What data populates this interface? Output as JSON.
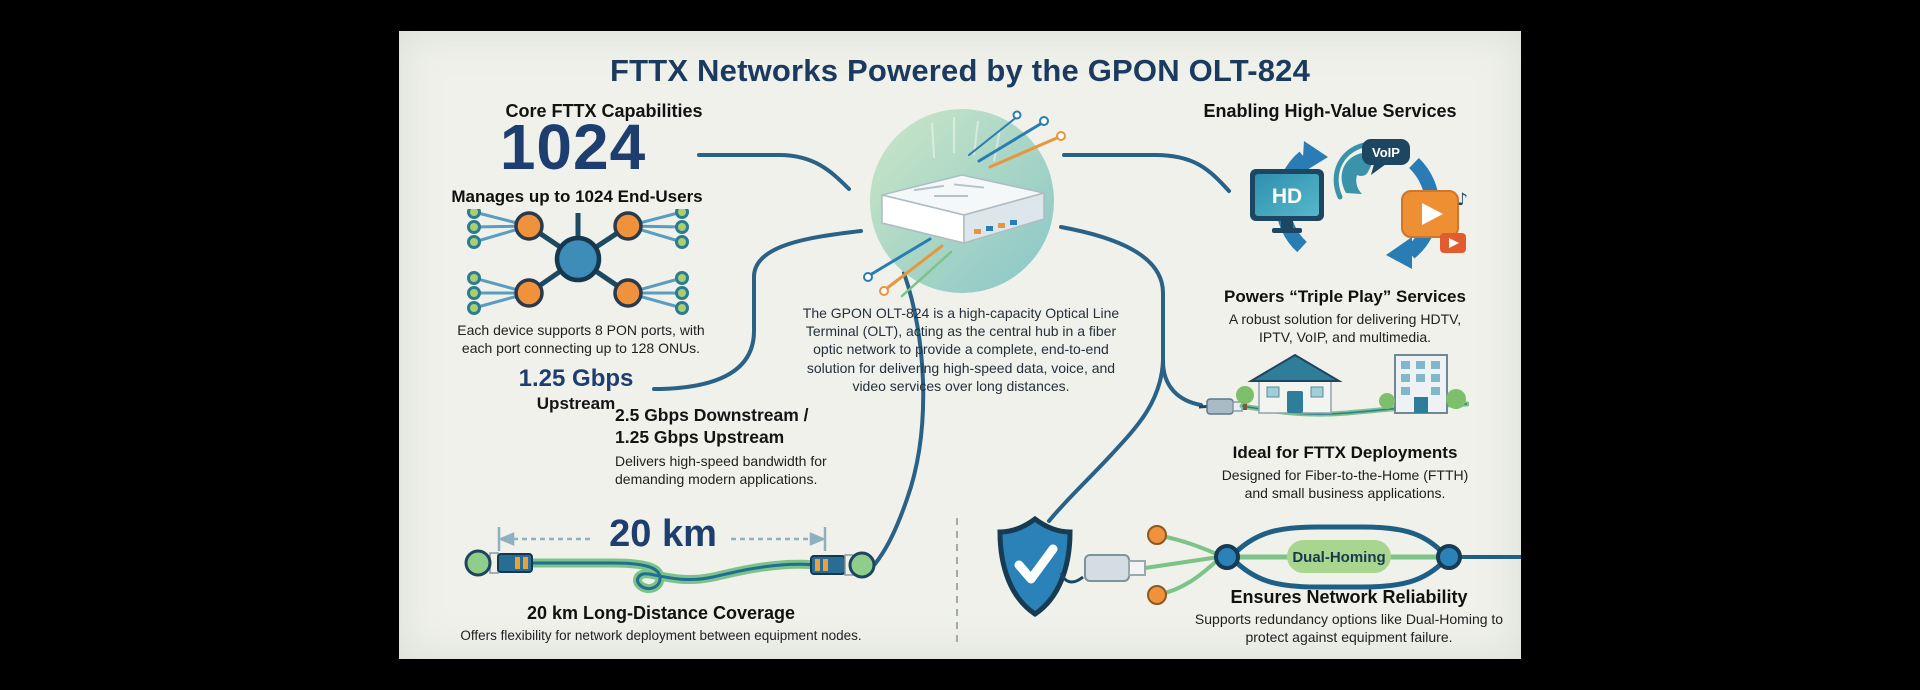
{
  "title": "FTTX Networks Powered by the GPON OLT-824",
  "left_section": {
    "heading": "Core FTTX Capabilities",
    "capacity": {
      "big_number": "1024",
      "subtitle": "Manages up to 1024 End-Users",
      "description": "Each device supports 8 PON ports, with each port connecting up to 128 ONUs."
    },
    "bandwidth": {
      "stat_value": "1.25 Gbps",
      "stat_label": "Upstream",
      "heading_line1": "2.5 Gbps Downstream /",
      "heading_line2": "1.25 Gbps Upstream",
      "description": "Delivers high-speed bandwidth for demanding modern applications."
    },
    "distance": {
      "measure_label": "20 km",
      "heading": "20 km Long-Distance Coverage",
      "description": "Offers flexibility for network deployment between equipment nodes."
    }
  },
  "center_section": {
    "description": "The GPON OLT-824 is a high-capacity Optical Line Terminal (OLT), acting as the central hub in a fiber optic network to provide a complete, end-to-end solution for delivering high-speed data, voice, and video services over long distances."
  },
  "right_section": {
    "heading": "Enabling High-Value Services",
    "triple_play": {
      "tv_label": "HD",
      "voip_label": "VoIP",
      "heading": "Powers “Triple Play” Services",
      "description": "A robust solution for delivering HDTV, IPTV, VoIP, and multimedia."
    },
    "fttx": {
      "heading": "Ideal for FTTX Deployments",
      "description": "Designed for Fiber-to-the-Home (FTTH) and small business applications."
    },
    "reliability": {
      "badge": "Dual-Homing",
      "heading": "Ensures Network Reliability",
      "description": "Supports redundancy options like Dual-Homing to protect against equipment failure."
    }
  },
  "colors": {
    "background": "#000000",
    "panel": "#eff1ea",
    "title_navy": "#1b3a5f",
    "stat_navy": "#1d3e6e",
    "connector_line": "#2a6187",
    "node_blue": "#3e8cb8",
    "node_orange": "#f0923c",
    "leaf_green": "#a9d06c",
    "cable_green": "#7dc287",
    "shield_blue": "#2b82b8",
    "pill_green": "#a8d68e",
    "dark_slate": "#1d4560"
  }
}
